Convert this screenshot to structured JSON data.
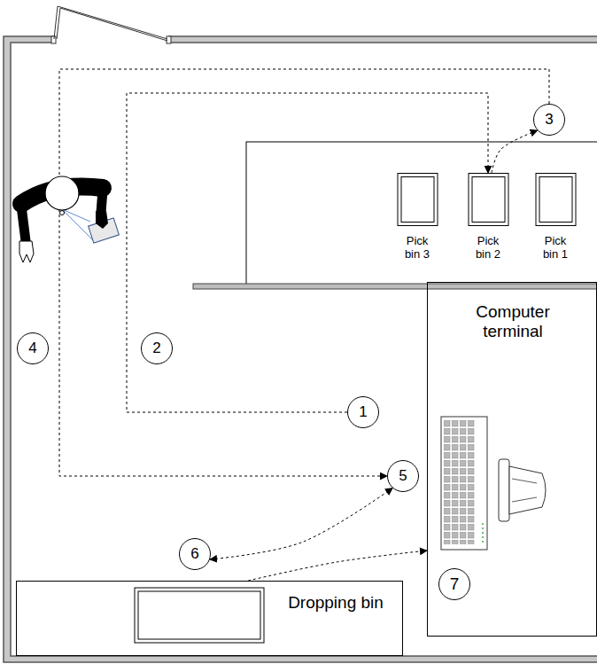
{
  "diagram": {
    "nodes": [
      {
        "text": [
          "3"
        ]
      },
      {
        "text": [
          "Pick bin 3"
        ]
      },
      {
        "text": [
          "Pick bin 2"
        ]
      },
      {
        "text": [
          "Pick bin 1"
        ]
      },
      {
        "text": [
          "Computer terminal"
        ]
      },
      {
        "text": [
          "4"
        ]
      },
      {
        "text": [
          "2"
        ]
      },
      {
        "text": [
          "1"
        ]
      },
      {
        "text": [
          "5"
        ]
      },
      {
        "text": [
          "6"
        ]
      },
      {
        "text": [
          "Dropping bin"
        ]
      },
      {
        "text": [
          "7"
        ],
        "in": 4
      }
    ],
    "edges": [
      {
        "from": 7,
        "to": 2,
        "arrow": "to"
      },
      {
        "from": 2,
        "to": 0,
        "arrow": "to"
      },
      {
        "from": 0,
        "to": 8,
        "arrow": "to"
      },
      {
        "from": 8,
        "to": 9,
        "arrow": "both"
      },
      {
        "from": 10,
        "to": 4,
        "arrow": "to"
      }
    ]
  }
}
